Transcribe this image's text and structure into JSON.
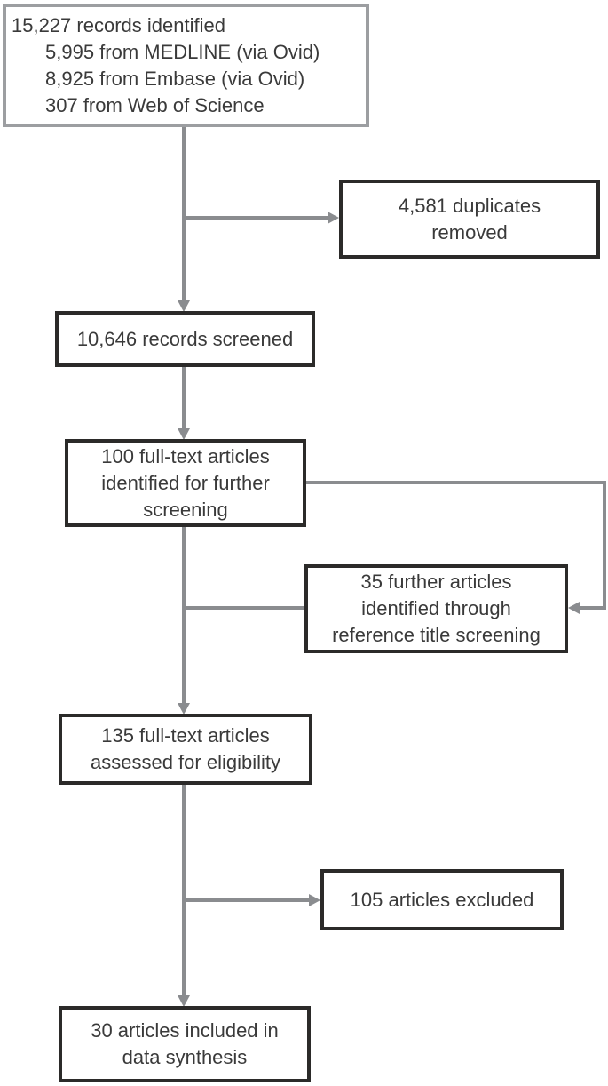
{
  "figure": {
    "type": "flowchart",
    "description": "systematic-review record screening flow diagram",
    "boxes": [
      {
        "name": "records-identified",
        "lines": [
          "15,227 records identified",
          "5,995 from MEDLINE (via Ovid)",
          "8,925 from Embase (via Ovid)",
          "307 from Web of Science"
        ]
      },
      {
        "name": "duplicates-removed",
        "lines": [
          "4,581 duplicates",
          "removed"
        ]
      },
      {
        "name": "records-screened",
        "lines": [
          "10,646 records screened"
        ]
      },
      {
        "name": "fulltext-identified",
        "lines": [
          "100 full-text articles",
          "identified for further",
          "screening"
        ]
      },
      {
        "name": "further-articles",
        "lines": [
          "35 further articles",
          "identified through",
          "reference title screening"
        ]
      },
      {
        "name": "fulltext-assessed",
        "lines": [
          "135 full-text articles",
          "assessed for eligibility"
        ]
      },
      {
        "name": "articles-excluded",
        "lines": [
          "105 articles excluded"
        ]
      },
      {
        "name": "articles-included",
        "lines": [
          "30 articles included in",
          "data synthesis"
        ]
      }
    ],
    "colors": {
      "box_border_dark": "#2b2a29",
      "box_border_light": "#9c9ea1",
      "connector": "#8a8c8f",
      "text": "#3a3a3a",
      "background": "#ffffff"
    }
  }
}
